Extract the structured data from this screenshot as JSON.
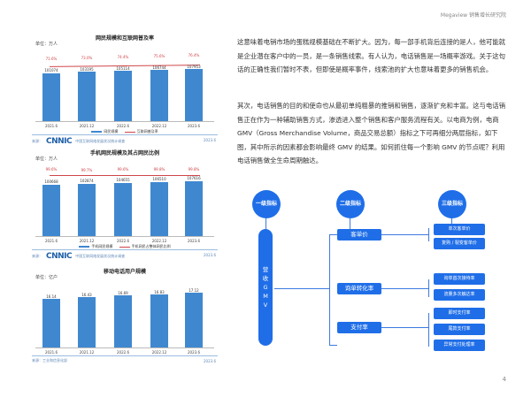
{
  "header": {
    "brand": "Megaview 销售增长研究院"
  },
  "page_number": "4",
  "chart_data": [
    {
      "type": "bar",
      "title": "网民规模和互联网普及率",
      "unit": "单位：万人",
      "categories": [
        "2021.6",
        "2021.12",
        "2022.6",
        "2022.12",
        "2023.6"
      ],
      "series": [
        {
          "name": "网民规模",
          "values": [
            101074,
            103195,
            105114,
            106744,
            107953
          ],
          "labels": [
            "101074",
            "103195",
            "105114",
            "106744",
            "107953"
          ]
        },
        {
          "name": "互联网普及率",
          "type": "line",
          "values": [
            71.6,
            73.0,
            74.4,
            75.6,
            76.4
          ],
          "labels": [
            "71.6%",
            "73.0%",
            "74.4%",
            "75.6%",
            "76.4%"
          ]
        }
      ],
      "source": "来源：",
      "source_org": "中国互联网络发展状况统计调查",
      "logo": "CNNIC",
      "date": "2023.6"
    },
    {
      "type": "bar",
      "title": "手机网民规模及其占网民比例",
      "unit": "单位：万人",
      "categories": [
        "2021.6",
        "2021.12",
        "2022.6",
        "2022.12",
        "2023.6"
      ],
      "series": [
        {
          "name": "手机网民规模",
          "values": [
            100668,
            102874,
            104655,
            106510,
            107616
          ],
          "labels": [
            "100668",
            "102874",
            "104655",
            "106510",
            "107616"
          ]
        },
        {
          "name": "手机网民占整体网民比例",
          "type": "line",
          "values": [
            99.6,
            99.7,
            99.6,
            99.8,
            99.8
          ],
          "labels": [
            "99.6%",
            "99.7%",
            "99.6%",
            "99.8%",
            "99.8%"
          ]
        }
      ],
      "source": "来源：",
      "source_org": "中国互联网络发展状况统计调查",
      "logo": "CNNIC",
      "date": "2023.6"
    },
    {
      "type": "bar",
      "title": "移动电话用户规模",
      "unit": "单位：亿户",
      "categories": [
        "2021.6",
        "2021.12",
        "2022.6",
        "2022.12",
        "2023.6"
      ],
      "series": [
        {
          "name": "移动电话用户规模",
          "values": [
            16.14,
            16.43,
            16.69,
            16.83,
            17.12
          ],
          "labels": [
            "16.14",
            "16.43",
            "16.69",
            "16.83",
            "17.12"
          ]
        }
      ],
      "source": "来源：工业和信息化部",
      "date": "2023.6"
    }
  ],
  "paragraphs": [
    "这意味着电销市场的蛋糕规模基础在不断扩大。因为，每一部手机背后连接的是人，他可能就是企业潜在客户中的一员，是一条销售线索。有人认为，电话销售是一场概率游戏。关于这句话的正确性我们暂时不表，但即使是概率事件，线索池的扩大也意味着更多的销售机会。",
    "其次，电话销售的目的和使命也从最初单纯粗暴的推销和销售，逐渐扩充和丰富。这与电话销售正在作为一种辅助销售方式，渗透进入整个销售和客户服务流程有关。以电商为例，电商 GMV（Gross Merchandise Volume，商品交易总额）指标之下可再细分两层指标，如下图，其中所示的因素都会影响最终 GMV 的结果。如何抓住每一个影响 GMV 的节点呢？利用电话销售做全生命周期触达。"
  ],
  "diagram": {
    "levels": [
      "一级\n指标",
      "二级\n指标",
      "三级\n指标"
    ],
    "level_labels": [
      [
        "一级",
        "指标"
      ],
      [
        "二级",
        "指标"
      ],
      [
        "三级",
        "指标"
      ]
    ],
    "root": "营收GMV",
    "root_chars": [
      "营",
      "收",
      "G",
      "M",
      "V"
    ],
    "level2": [
      {
        "label": "客单价",
        "children": [
          "单次客单价",
          "复购 / 裂变客单价"
        ]
      },
      {
        "label": "询单转化率",
        "children": [
          "询单首次接待率",
          "流量多次触达率"
        ]
      },
      {
        "label": "支付率",
        "children": [
          "即时支付率",
          "尾款支付率",
          "异常支付处理率"
        ]
      }
    ]
  }
}
